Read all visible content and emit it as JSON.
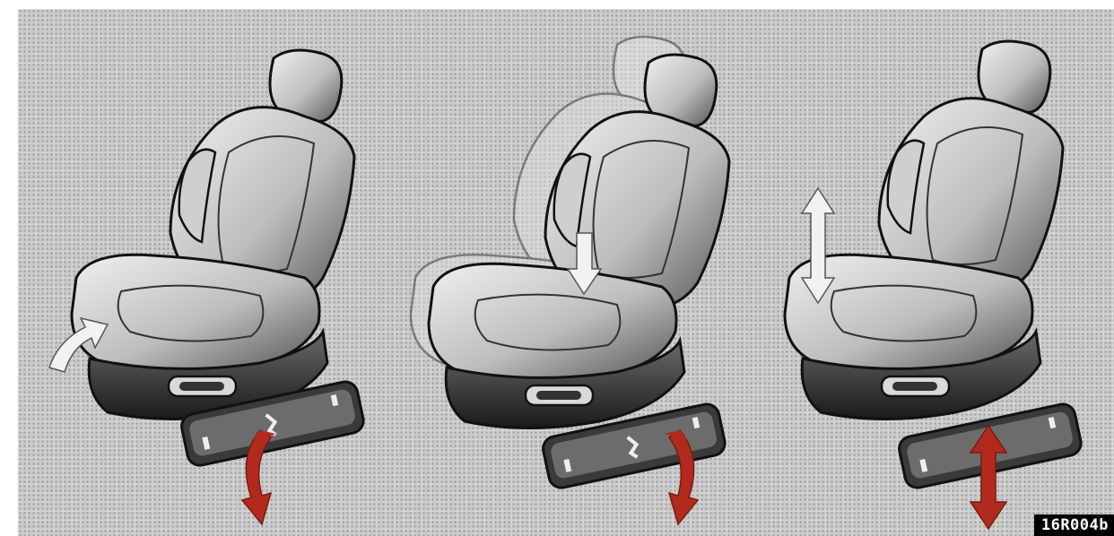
{
  "figure": {
    "code": "16R004b",
    "panels": [
      {
        "name": "seat-cushion-tilt",
        "switch_arrow": "curved",
        "ghost_seat": false,
        "motion_arrow": "front-edge-tilt"
      },
      {
        "name": "seat-back-recline",
        "switch_arrow": "curved",
        "ghost_seat": true,
        "motion_arrow": "down"
      },
      {
        "name": "seat-height",
        "switch_arrow": "vertical",
        "ghost_seat": false,
        "motion_arrow": "up-down"
      }
    ],
    "colors": {
      "arrow_red": "#b22a1e",
      "background": "#c9c9c9",
      "seat_light": "#e4e4e4",
      "seat_dark": "#2a2a2a"
    }
  }
}
